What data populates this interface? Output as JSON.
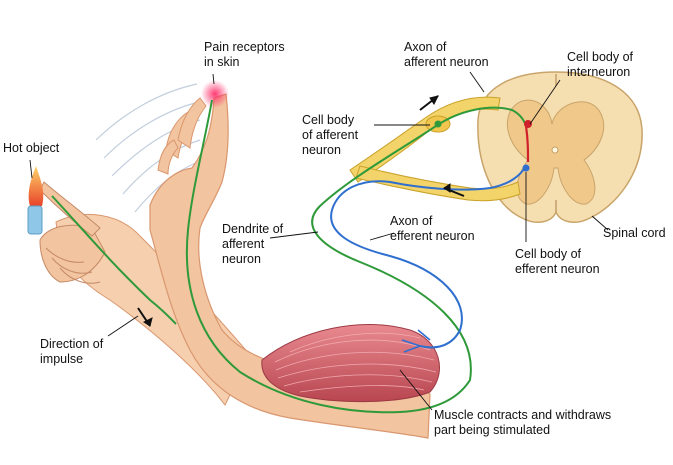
{
  "diagram": {
    "labels": {
      "hot_object": "Hot object",
      "pain_receptors": "Pain receptors\nin skin",
      "axon_afferent": "Axon of\nafferent neuron",
      "cell_body_interneuron": "Cell body of\ninterneuron",
      "cell_body_afferent": "Cell body\nof afferent\nneuron",
      "dendrite_afferent": "Dendrite of\nafferent\nneuron",
      "axon_efferent": "Axon of\nefferent neuron",
      "spinal_cord": "Spinal cord",
      "cell_body_efferent": "Cell body of\nefferent neuron",
      "direction_impulse": "Direction of\nimpulse",
      "muscle_contracts": "Muscle contracts and withdraws\npart being stimulated"
    },
    "colors": {
      "skin": "#f2c49f",
      "skin_shadow": "#d9976f",
      "afferent_neuron": "#2f9a3a",
      "efferent_neuron": "#2f6fcf",
      "interneuron": "#d0202c",
      "nerve_root": "#f3d46a",
      "spinal_cord": "#f5deb0",
      "muscle": "#d86a72",
      "flame": "#e8442a",
      "candle": "#8ec7e8"
    }
  }
}
